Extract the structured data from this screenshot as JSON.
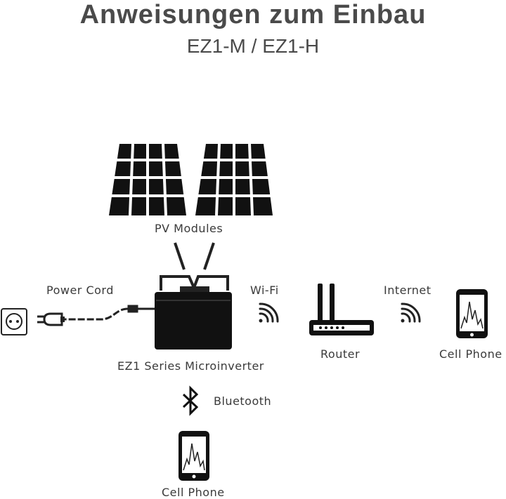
{
  "header": {
    "title": "Anweisungen zum Einbau",
    "subtitle": "EZ1-M / EZ1-H"
  },
  "diagram": {
    "pv_label": "PV Modules",
    "power_cord_label": "Power Cord",
    "wifi_label": "Wi-Fi",
    "internet_label": "Internet",
    "router_label": "Router",
    "cell_phone_label_right": "Cell Phone",
    "microinverter_label": "EZ1 Series Microinverter",
    "bluetooth_label": "Bluetooth",
    "cell_phone_label_bottom": "Cell Phone"
  },
  "icons": [
    "solar-panel-icon",
    "solar-panel-icon",
    "microinverter-icon",
    "power-outlet-icon",
    "power-plug-icon",
    "wifi-icon",
    "router-icon",
    "cell-phone-icon",
    "bluetooth-icon"
  ]
}
